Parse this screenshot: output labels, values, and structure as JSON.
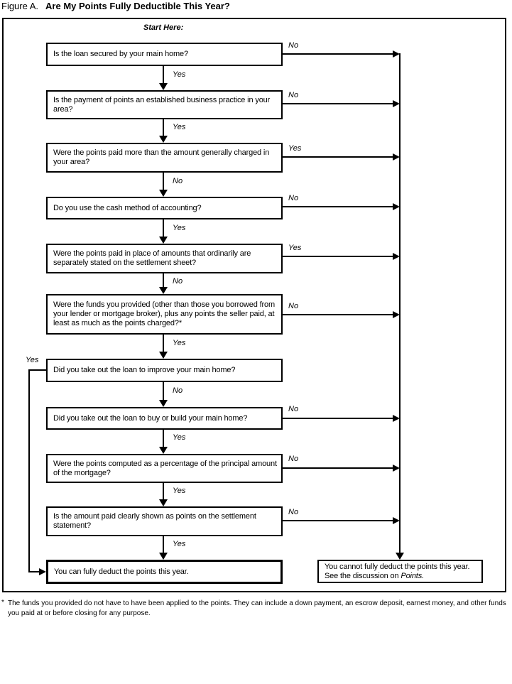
{
  "title": {
    "prefix": "Figure A.",
    "text": "Are My Points Fully Deductible This Year?"
  },
  "start_label": "Start Here:",
  "nodes": [
    {
      "text": "Is the loan secured by your main home?",
      "side": "right",
      "side_label": "No",
      "down_label": "Yes"
    },
    {
      "text": "Is the payment of points an established business practice in your area?",
      "side": "right",
      "side_label": "No",
      "down_label": "Yes"
    },
    {
      "text": "Were the points paid more than the amount generally charged in your area?",
      "side": "right",
      "side_label": "Yes",
      "down_label": "No"
    },
    {
      "text": "Do you use the cash method of accounting?",
      "side": "right",
      "side_label": "No",
      "down_label": "Yes"
    },
    {
      "text": "Were the points paid in place of amounts that ordinarily are separately stated on the settlement sheet?",
      "side": "right",
      "side_label": "Yes",
      "down_label": "No"
    },
    {
      "text": "Were the funds you provided (other than those you borrowed from your lender or mortgage broker), plus any points the seller paid, at least as much as the points charged?*",
      "side": "right",
      "side_label": "No",
      "down_label": "Yes"
    },
    {
      "text": "Did you take out the loan to improve your main home?",
      "side": "left",
      "side_label": "Yes",
      "down_label": "No"
    },
    {
      "text": "Did you take out the loan to buy or build your main home?",
      "side": "right",
      "side_label": "No",
      "down_label": "Yes"
    },
    {
      "text": "Were the points computed as a percentage of the principal amount of the mortgage?",
      "side": "right",
      "side_label": "No",
      "down_label": "Yes"
    },
    {
      "text": "Is the amount paid clearly shown as points on the settlement statement?",
      "side": "right",
      "side_label": "No",
      "down_label": "Yes"
    }
  ],
  "outcomes": {
    "deduct_text": "You can fully deduct the points this year.",
    "no_deduct_text": "You cannot fully deduct the points this year. See the discussion on ",
    "no_deduct_ref": "Points."
  },
  "footnote": {
    "marker": "*",
    "line1": "The funds you provided do not have to have been applied to the points. They can include a down payment, an escrow deposit, earnest money, and other funds",
    "line2": "you paid at or before closing for any purpose."
  },
  "colors": {
    "ink": "#000000",
    "background": "#ffffff"
  }
}
